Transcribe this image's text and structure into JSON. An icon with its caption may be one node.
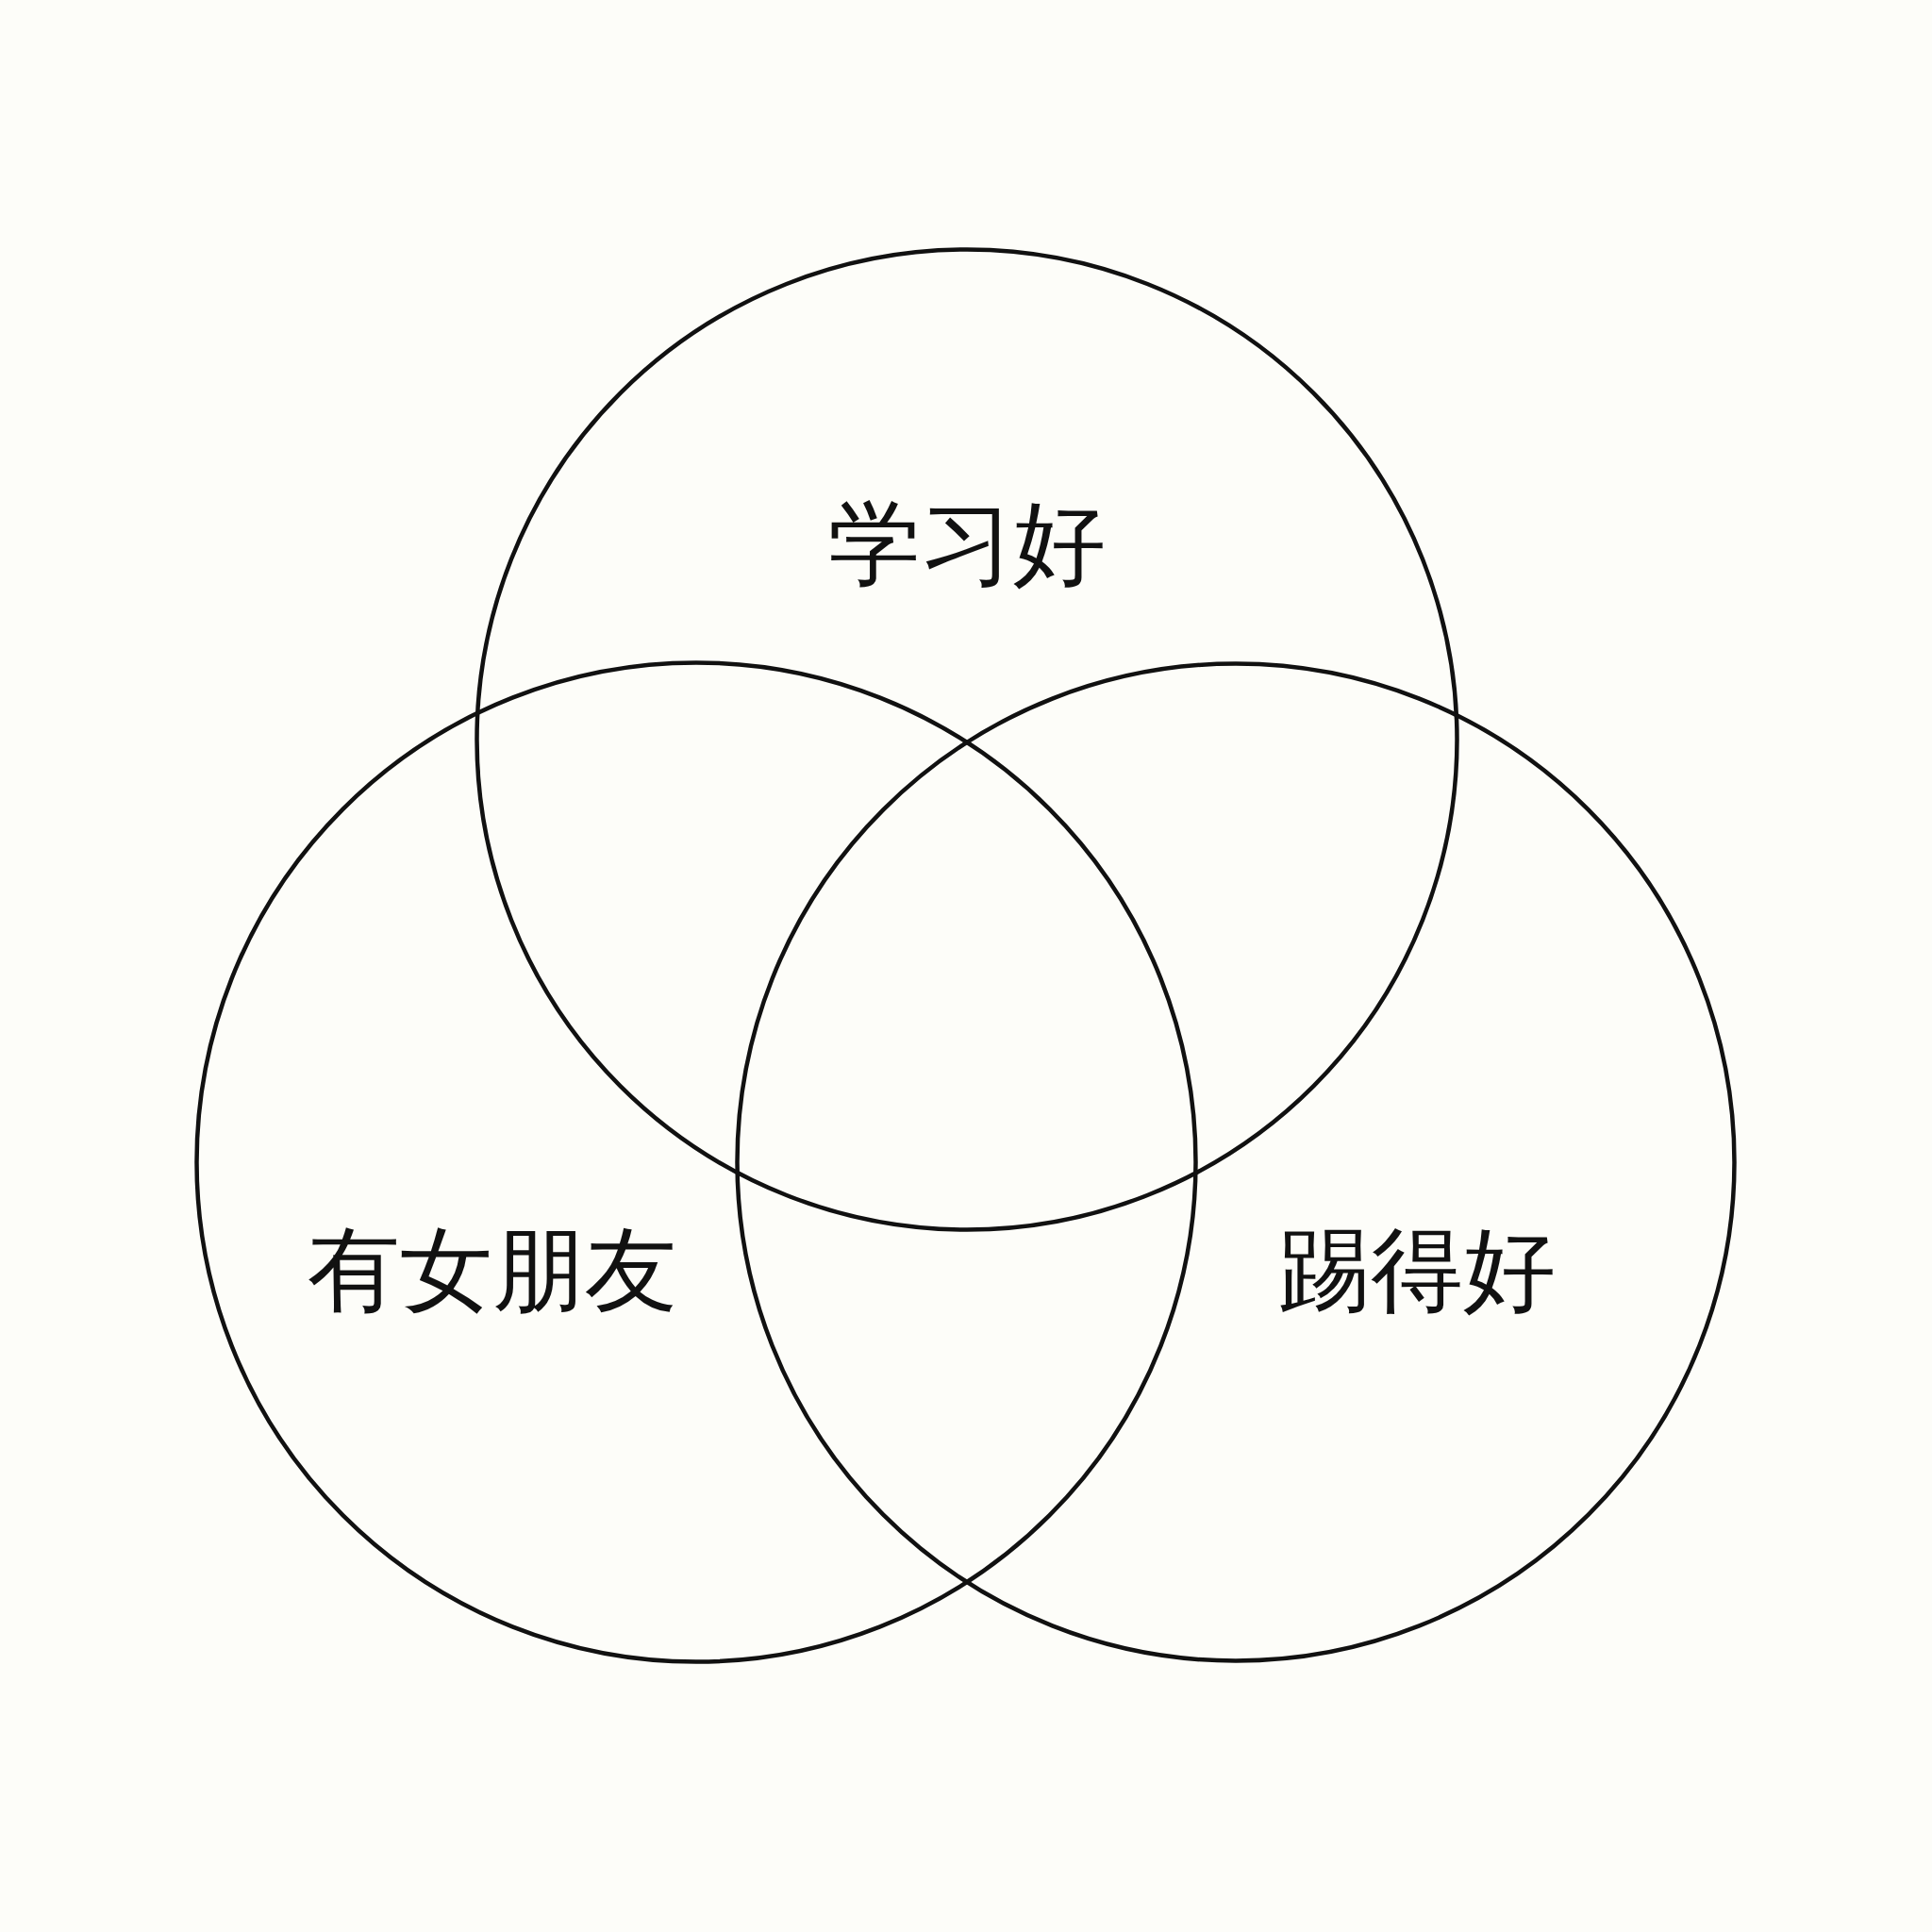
{
  "diagram": {
    "nodes": [
      {
        "text": [
          "学习好"
        ]
      },
      {
        "text": [
          "有女朋友"
        ]
      },
      {
        "text": [
          "踢得好"
        ]
      }
    ]
  }
}
